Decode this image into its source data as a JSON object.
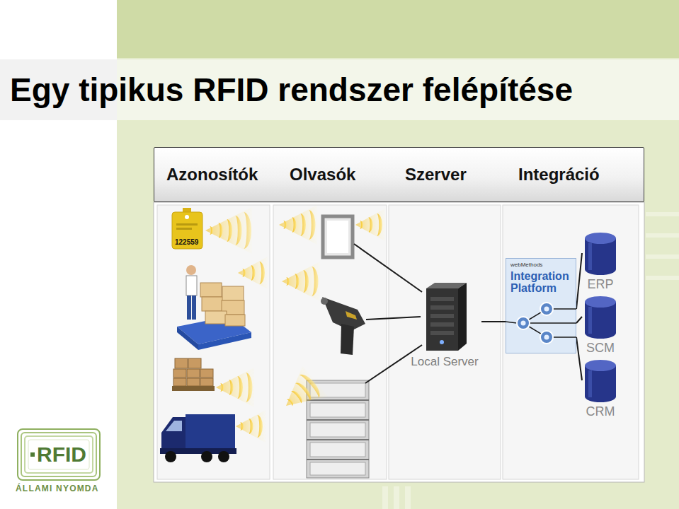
{
  "diagram": {
    "title": "Egy tipikus RFID rendszer felépítése",
    "nodes": [
      {
        "text": [
          "Azonosítók",
          "Olvasók",
          "Szerver",
          "Integráció"
        ]
      },
      {
        "text": [
          "Local Server"
        ]
      },
      {
        "text": [
          "webMethods",
          "Integration Platform"
        ]
      },
      {
        "text": [
          "ERP"
        ]
      },
      {
        "text": [
          "SCM"
        ]
      },
      {
        "text": [
          "CRM"
        ]
      }
    ],
    "edges": [
      {
        "from": 1,
        "to": 2,
        "arrow": "none"
      },
      {
        "from": 2,
        "to": 3,
        "arrow": "none"
      },
      {
        "from": 2,
        "to": 4,
        "arrow": "none"
      },
      {
        "from": 2,
        "to": 5,
        "arrow": "none"
      }
    ],
    "labels": [
      "122559",
      "RFID",
      "ÁLLAMI NYOMDA"
    ]
  }
}
